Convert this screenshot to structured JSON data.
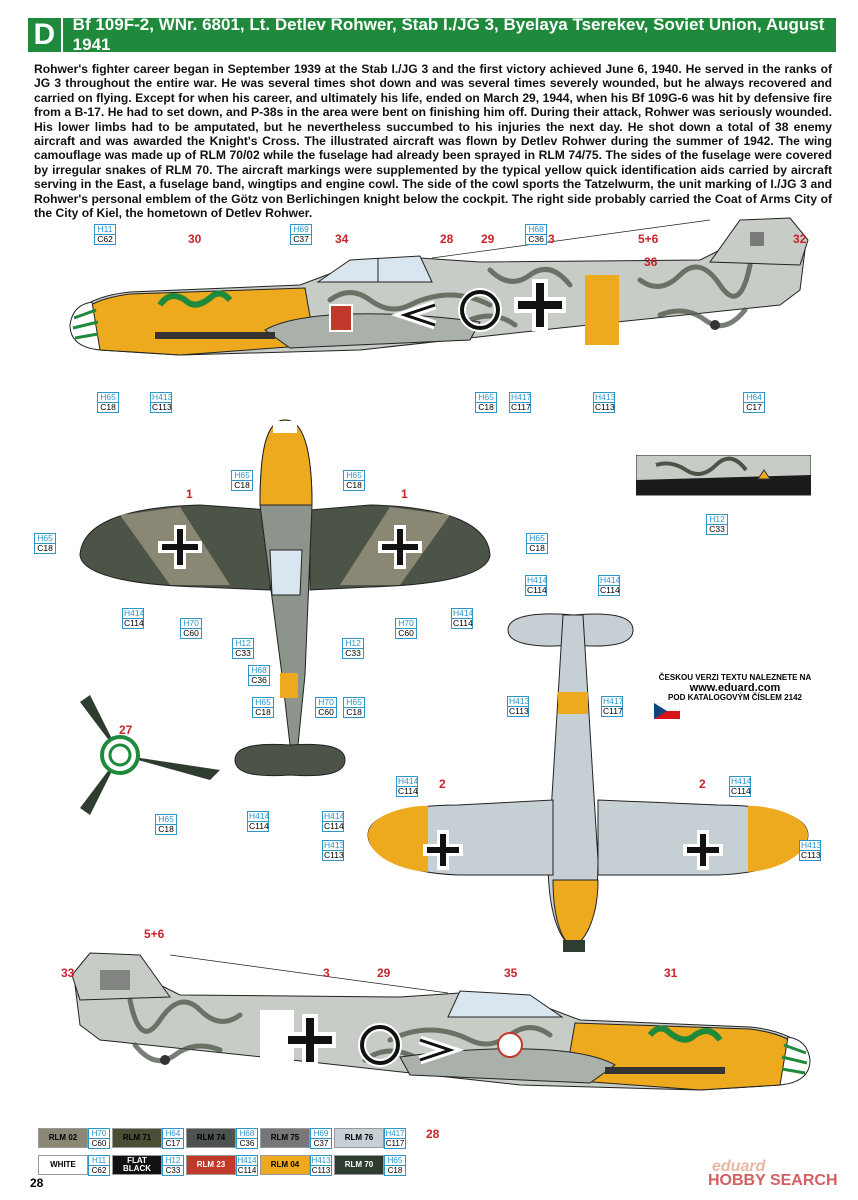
{
  "header": {
    "letter": "D",
    "title": "Bf 109F-2, WNr. 6801, Lt. Detlev Rohwer, Stab I./JG 3, Byelaya Tserekev, Soviet Union, August 1941"
  },
  "description": "Rohwer's fighter career began in September 1939 at the Stab I./JG 3 and the first victory achieved June 6, 1940. He served in the ranks of JG 3 throughout the entire war. He was several times shot down and was several times severely wounded, but he always recovered and carried on flying. Except for when his career, and ultimately his life, ended on March 29, 1944, when his Bf 109G-6 was hit by defensive fire from a B-17. He had to set down, and P-38s in the area were bent on finishing him off. During their attack, Rohwer was seriously wounded. His lower limbs had to be amputated, but he nevertheless succumbed to his injuries the next day. He shot down a total of 38 enemy aircraft and was awarded the Knight's Cross. The illustrated aircraft was flown by Detlev Rohwer during the summer of 1942. The wing camouflage was made up of RLM 70/02 while the fuselage had already been sprayed in RLM 74/75. The sides of the fuselage were covered by irregular snakes of RLM 70. The aircraft markings were supplemented by the typical yellow quick identification aids carried by aircraft serving in the East, a fuselage band, wingtips and engine cowl. The side of the cowl sports the Tatzelwurm, the unit marking of I./JG 3 and Rohwer's personal emblem of the Götz von Berlichingen knight below the cockpit. The right side probably carried the Coat of Arms City of the City of Kiel, the hometown of Detlev Rohwer.",
  "callouts": {
    "n30": "30",
    "n34": "34",
    "n28a": "28",
    "n29a": "29",
    "n3a": "3",
    "n56a": "5+6",
    "n32": "32",
    "n36": "36",
    "n1a": "1",
    "n1b": "1",
    "n27": "27",
    "n2a": "2",
    "n2b": "2",
    "n56b": "5+6",
    "n33": "33",
    "n3b": "3",
    "n29b": "29",
    "n35": "35",
    "n31": "31",
    "n28b": "28"
  },
  "codes": {
    "c1": {
      "h": "H11",
      "c": "C62"
    },
    "c2": {
      "h": "H69",
      "c": "C37"
    },
    "c3": {
      "h": "H68",
      "c": "C36"
    },
    "c4": {
      "h": "H65",
      "c": "C18"
    },
    "c5": {
      "h": "H413",
      "c": "C113"
    },
    "c6": {
      "h": "H65",
      "c": "C18"
    },
    "c7": {
      "h": "H417",
      "c": "C117"
    },
    "c8": {
      "h": "H413",
      "c": "C113"
    },
    "c9": {
      "h": "H64",
      "c": "C17"
    },
    "c10": {
      "h": "H65",
      "c": "C18"
    },
    "c11": {
      "h": "H65",
      "c": "C18"
    },
    "c12": {
      "h": "H65",
      "c": "C18"
    },
    "c13": {
      "h": "H65",
      "c": "C18"
    },
    "c14": {
      "h": "H414",
      "c": "C114"
    },
    "c15": {
      "h": "H70",
      "c": "C60"
    },
    "c16": {
      "h": "H70",
      "c": "C60"
    },
    "c17": {
      "h": "H414",
      "c": "C114"
    },
    "c18": {
      "h": "H12",
      "c": "C33"
    },
    "c19": {
      "h": "H12",
      "c": "C33"
    },
    "c20": {
      "h": "H68",
      "c": "C36"
    },
    "c21": {
      "h": "H12",
      "c": "C33"
    },
    "c22": {
      "h": "H414",
      "c": "C114"
    },
    "c23": {
      "h": "H414",
      "c": "C114"
    },
    "c24": {
      "h": "H413",
      "c": "C113"
    },
    "c25": {
      "h": "H417",
      "c": "C117"
    },
    "c26": {
      "h": "H65",
      "c": "C18"
    },
    "c27": {
      "h": "H70",
      "c": "C60"
    },
    "c28": {
      "h": "H65",
      "c": "C18"
    },
    "c29": {
      "h": "H65",
      "c": "C18"
    },
    "c30": {
      "h": "H414",
      "c": "C114"
    },
    "c31": {
      "h": "H414",
      "c": "C114"
    },
    "c32": {
      "h": "H414",
      "c": "C114"
    },
    "c33": {
      "h": "H414",
      "c": "C114"
    },
    "c34": {
      "h": "H413",
      "c": "C113"
    },
    "c35": {
      "h": "H413",
      "c": "C113"
    }
  },
  "edu": {
    "line1": "ČESKOU VERZI TEXTU NALEZNETE NA",
    "url": "www.eduard.com",
    "line2": "POD KATALOGOVÝM ČÍSLEM 2142"
  },
  "legend": [
    {
      "name": "RLM 02",
      "h": "H70",
      "c": "C60",
      "color": "#8a8874",
      "text": "#000"
    },
    {
      "name": "RLM 71",
      "h": "H64",
      "c": "C17",
      "color": "#4b4d35",
      "text": "#000"
    },
    {
      "name": "RLM 74",
      "h": "H68",
      "c": "C36",
      "color": "#4f5350",
      "text": "#000"
    },
    {
      "name": "RLM 75",
      "h": "H69",
      "c": "C37",
      "color": "#777779",
      "text": "#000"
    },
    {
      "name": "RLM 76",
      "h": "H417",
      "c": "C117",
      "color": "#c6cfd3",
      "text": "#000"
    },
    {
      "name": "WHITE",
      "h": "H11",
      "c": "C62",
      "color": "#ffffff",
      "text": "#000"
    },
    {
      "name": "FLAT BLACK",
      "h": "H12",
      "c": "C33",
      "color": "#111111",
      "text": "#fff"
    },
    {
      "name": "RLM 23",
      "h": "H414",
      "c": "C114",
      "color": "#c0392b",
      "text": "#fff"
    },
    {
      "name": "RLM 04",
      "h": "H413",
      "c": "C113",
      "color": "#eeaa1e",
      "text": "#000"
    },
    {
      "name": "RLM 70",
      "h": "H65",
      "c": "C18",
      "color": "#2f3d31",
      "text": "#fff"
    }
  ],
  "page_number": "28",
  "watermark": {
    "brand": "eduard",
    "site": "HOBBY SEARCH"
  }
}
